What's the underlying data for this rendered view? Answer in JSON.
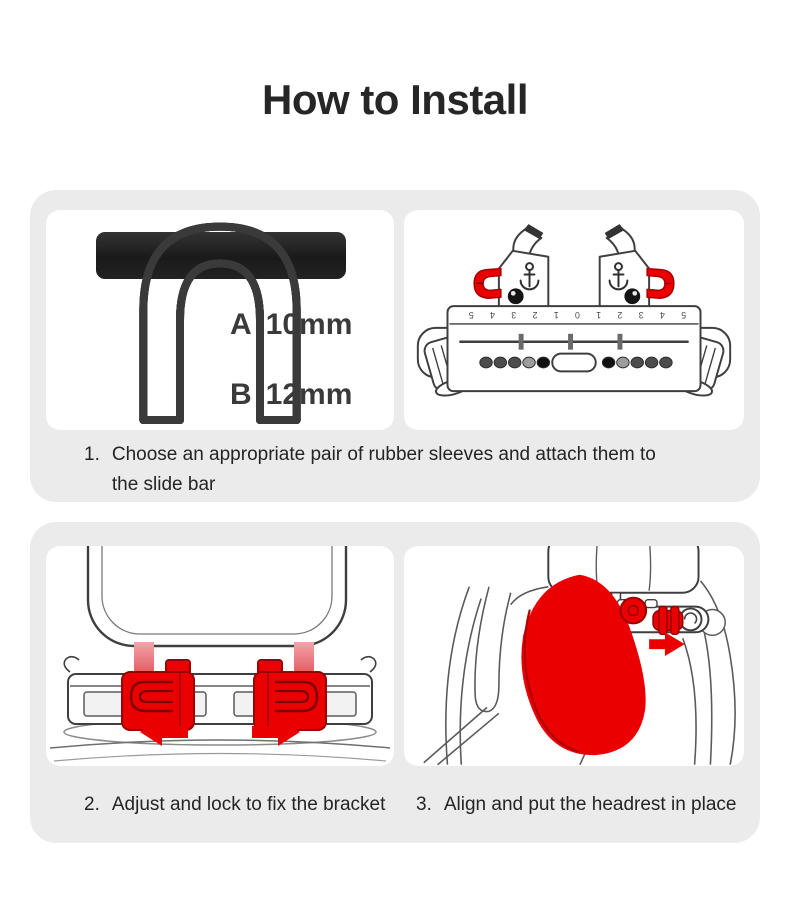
{
  "page": {
    "title": "How to Install"
  },
  "colors": {
    "background": "#ffffff",
    "section_bg": "#ebebeb",
    "panel_bg": "#ffffff",
    "accent_red": "#ea0000",
    "accent_red_dark": "#9a0000",
    "line_art": "#3f3f3f",
    "text": "#242424",
    "slide_bar_black": "#1c1c1c"
  },
  "parts": {
    "sleeve_a": {
      "label": "A",
      "size": "10mm"
    },
    "sleeve_b": {
      "label": "B",
      "size": "12mm"
    }
  },
  "bracket": {
    "scale_text": "5 4 3 2 1 0 1 2 3 4 5"
  },
  "steps": [
    {
      "number": "1.",
      "lines": [
        "Choose an appropriate pair of rubber sleeves and attach them to",
        "the slide bar"
      ]
    },
    {
      "number": "2.",
      "text": "Adjust and lock to fix the bracket"
    },
    {
      "number": "3.",
      "text": "Align and put the headrest in place"
    }
  ]
}
